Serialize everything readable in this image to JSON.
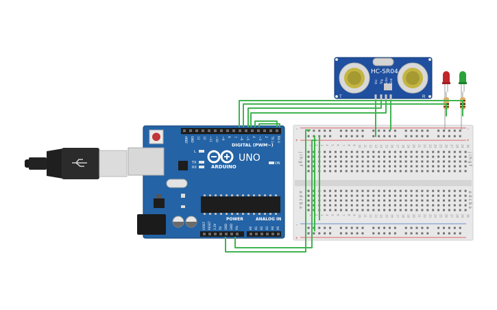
{
  "arduino": {
    "brand": "ARDUINO",
    "model": "UNO",
    "digital_label": "DIGITAL (PWM~)",
    "power_label": "POWER",
    "analog_label": "ANALOG IN",
    "on_label": "ON",
    "l_label": "L",
    "tx_label": "TX",
    "rx_label": "RX",
    "digital_pins": [
      "AREF",
      "GND",
      "13",
      "12",
      "~11",
      "~10",
      "~9",
      "8",
      "7",
      "~6",
      "~5",
      "4",
      "~3",
      "2",
      "TX 1",
      "RX 0"
    ],
    "power_pins": [
      "IOREF",
      "RESET",
      "3.3V",
      "5V",
      "GND",
      "GND",
      "Vin"
    ],
    "analog_pins": [
      "A0",
      "A1",
      "A2",
      "A3",
      "A4",
      "A5"
    ]
  },
  "sensor": {
    "label": "HC-SR04",
    "pins": [
      "Vcc",
      "Trig",
      "Echo",
      "Gnd"
    ],
    "left_mark": "T",
    "right_mark": "R"
  },
  "breadboard": {
    "rail_plus": "+",
    "rail_minus": "-",
    "upper_letters": "j i h g f",
    "lower_letters": "e d c b a",
    "columns": 30
  },
  "colors": {
    "board": "#2463a5",
    "board_edge": "#1a4c80",
    "wire": "#3fb34f",
    "sensor_board": "#1f4f9e",
    "led_red": "#c0262a",
    "led_green": "#2aa33a",
    "rail_red": "#d9363e",
    "rail_blue": "#3a6fc4"
  }
}
